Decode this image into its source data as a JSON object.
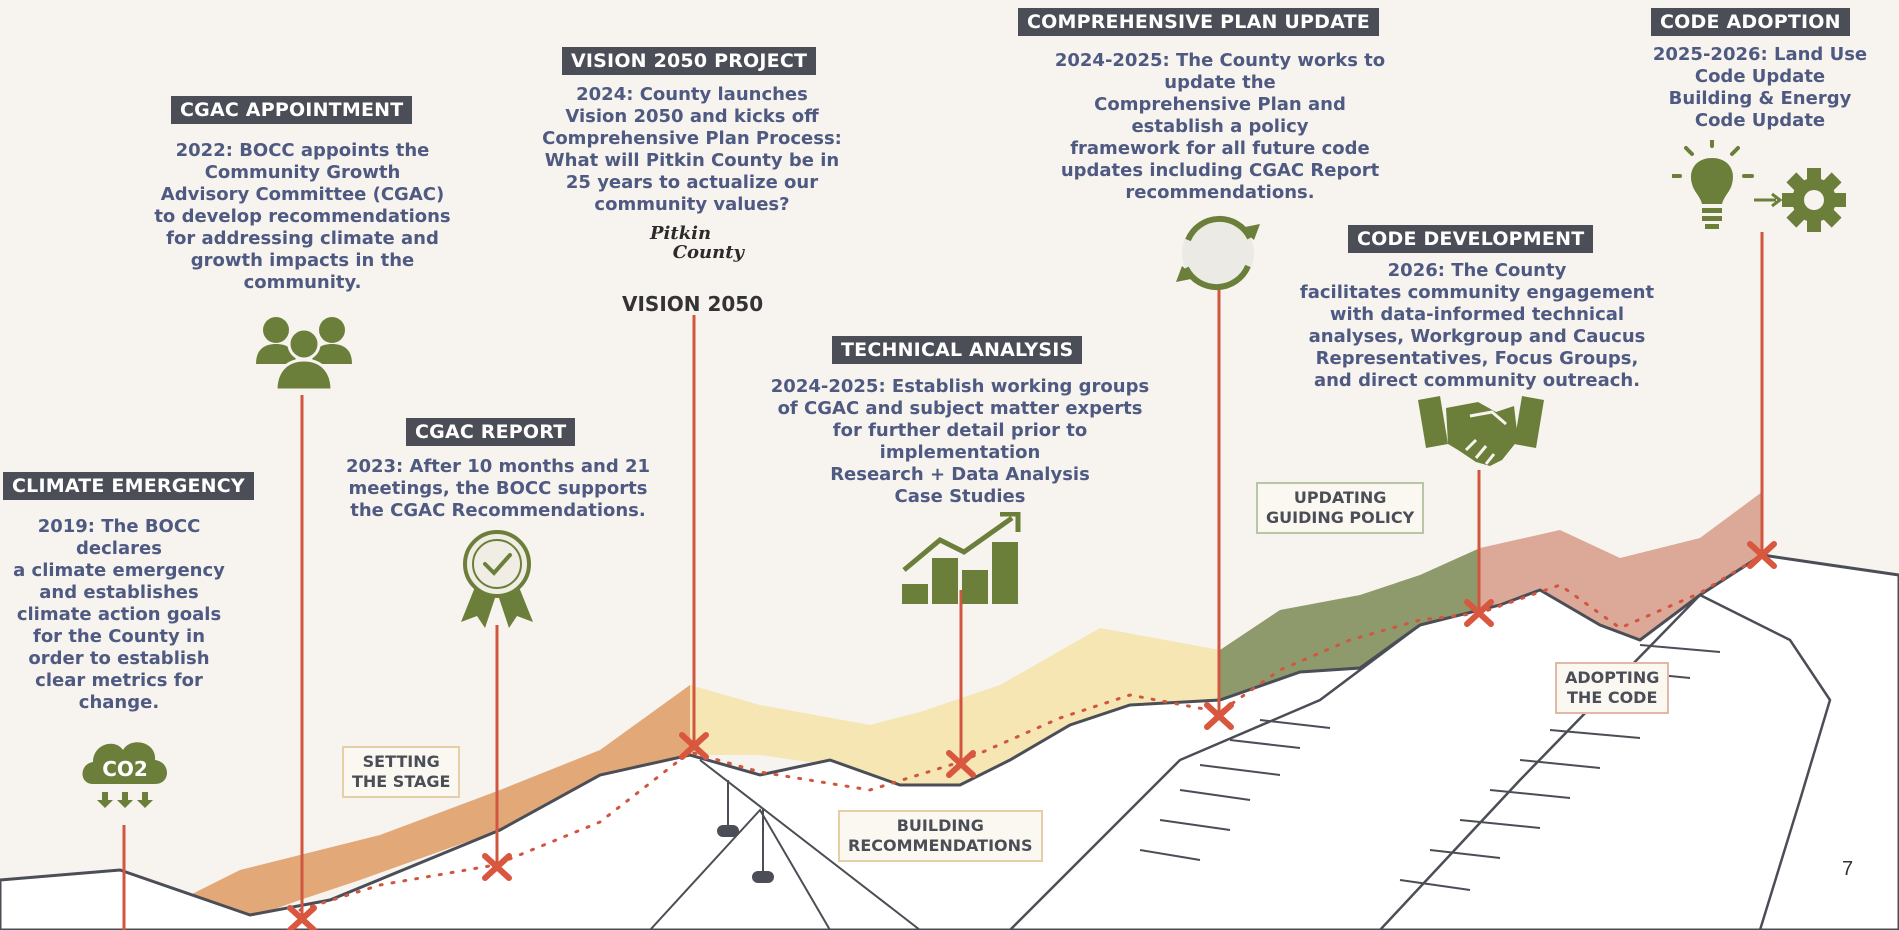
{
  "milestones": [
    {
      "title": "CLIMATE EMERGENCY",
      "lines": [
        "2019: The BOCC",
        "declares",
        "a climate emergency",
        "and establishes",
        "climate action goals",
        "for the County in",
        "order to establish",
        "clear metrics for",
        "change."
      ]
    },
    {
      "title": "CGAC APPOINTMENT",
      "lines": [
        "2022: BOCC appoints the",
        "Community Growth",
        "Advisory Committee (CGAC)",
        "to develop recommendations",
        "for addressing climate and",
        "growth impacts in the",
        "community."
      ]
    },
    {
      "title": "CGAC REPORT",
      "lines": [
        "2023: After 10 months and 21",
        "meetings, the BOCC supports",
        "the CGAC Recommendations."
      ]
    },
    {
      "title": "VISION 2050 PROJECT",
      "lines": [
        "2024: County launches",
        "Vision 2050 and kicks off",
        "Comprehensive Plan Process:",
        "What will Pitkin County be in",
        "25 years to actualize our",
        "community values?"
      ]
    },
    {
      "title": "TECHNICAL ANALYSIS",
      "lines": [
        "2024-2025: Establish working groups",
        "of CGAC and subject matter experts",
        "for further detail prior to",
        "implementation",
        "Research + Data Analysis",
        "Case Studies"
      ]
    },
    {
      "title": "COMPREHENSIVE PLAN UPDATE",
      "lines": [
        "2024-2025: The County works to",
        "update the",
        "Comprehensive Plan and",
        "establish a policy",
        "framework for all future code",
        "updates including CGAC Report",
        "recommendations."
      ]
    },
    {
      "title": "CODE DEVELOPMENT",
      "lines": [
        "2026: The County",
        "facilitates community engagement",
        "with data-informed technical",
        "analyses, Workgroup and Caucus",
        "Representatives, Focus Groups,",
        "and direct community outreach."
      ]
    },
    {
      "title": "CODE ADOPTION",
      "lines": [
        "2025-2026: Land Use",
        "Code Update",
        "Building & Energy",
        "Code Update"
      ]
    }
  ],
  "phases": [
    {
      "lines": [
        "SETTING",
        "THE STAGE"
      ]
    },
    {
      "lines": [
        "BUILDING",
        "RECOMMENDATIONS"
      ]
    },
    {
      "lines": [
        "UPDATING",
        "GUIDING POLICY"
      ]
    },
    {
      "lines": [
        "ADOPTING",
        "THE CODE"
      ]
    }
  ],
  "logo": {
    "pitkin": "Pitkin",
    "county": "County",
    "vision": "VISION 2050"
  },
  "icons": {
    "co2": "CO2",
    "co2_icon": "co2-cloud-icon",
    "group_icon": "people-group-icon",
    "award_icon": "award-ribbon-icon",
    "growth_icon": "bar-chart-growth-icon",
    "cycle_icon": "cycle-arrows-icon",
    "handshake_icon": "handshake-icon",
    "idea_icon": "lightbulb-gear-icon"
  },
  "colors": {
    "olive": "#6b7f3a",
    "orange_band": "#e3a878",
    "yellow_band": "#f5e6b4",
    "green_band": "#8e9a6b",
    "rose_band": "#dca898",
    "trail": "#d0563f",
    "label_bg": "#4b4e56",
    "text": "#4f5a82"
  },
  "page_number": "7"
}
